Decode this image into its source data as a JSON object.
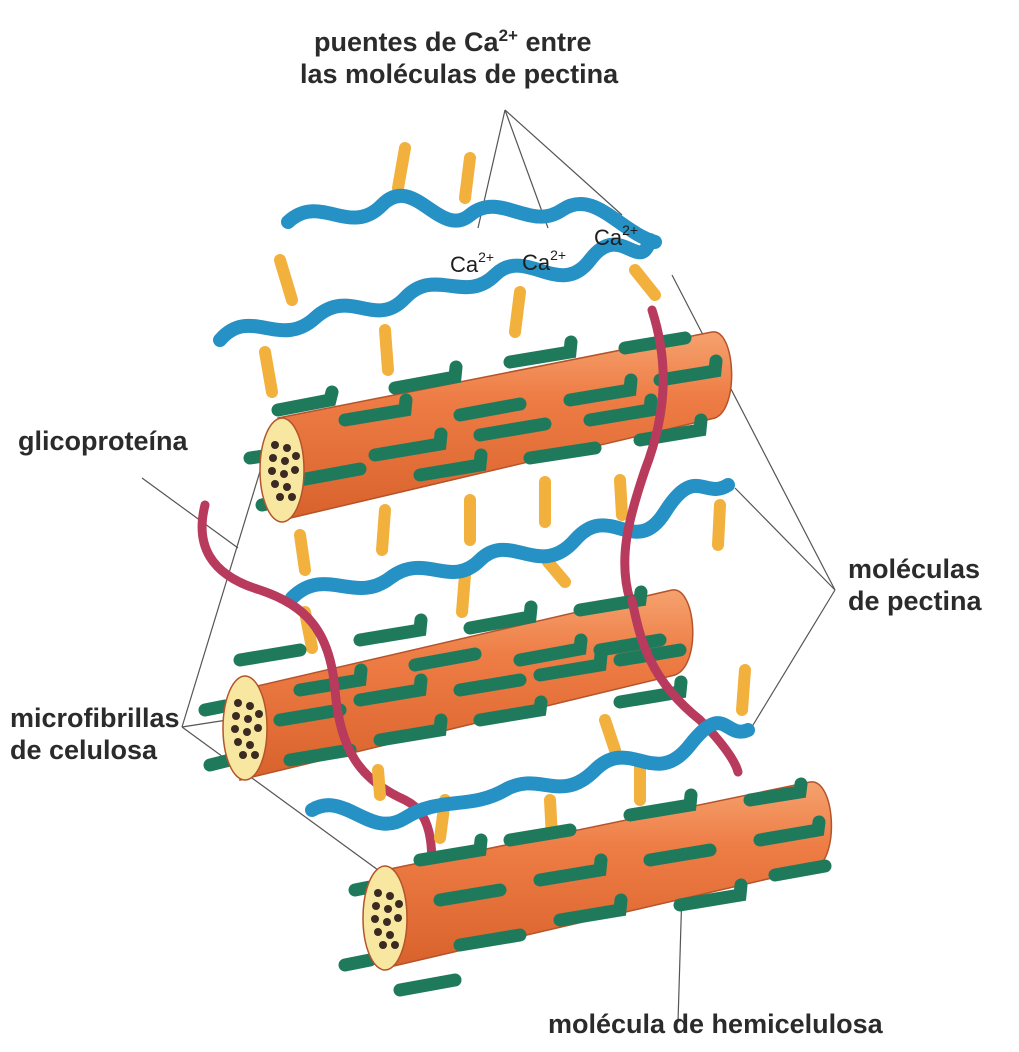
{
  "labels": {
    "ca_bridges_line1_pre": "puentes de",
    "ca_bridges_line1_ion": "Ca",
    "ca_bridges_line1_charge": "2+",
    "ca_bridges_line1_post": "entre",
    "ca_bridges_line2": "las moléculas de pectina",
    "glycoprotein": "glicoproteína",
    "pectin_line1": "moléculas",
    "pectin_line2": "de pectina",
    "cellulose_line1": "microfibrillas",
    "cellulose_line2": "de celulosa",
    "hemicellulose": "molécula de hemicelulosa"
  },
  "ca_ions": [
    {
      "ion": "Ca",
      "charge": "2+"
    },
    {
      "ion": "Ca",
      "charge": "2+"
    },
    {
      "ion": "Ca",
      "charge": "2+"
    }
  ],
  "colors": {
    "pectin": "#2591c4",
    "pectin_side": "#f2b03d",
    "cellulose": "#ec7b44",
    "cellulose_end": "#f7e7a0",
    "hemicellulose": "#1f7a5c",
    "glycoprotein": "#b83a5c",
    "leader": "#555555"
  }
}
